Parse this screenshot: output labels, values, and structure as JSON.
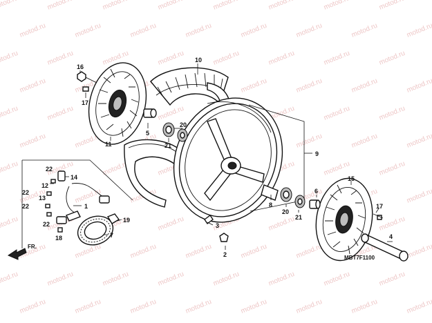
{
  "diagram": {
    "code": "MBT7F1100",
    "watermark": "motod.ru",
    "direction_arrow": "FR.",
    "callouts": [
      "1",
      "2",
      "3",
      "4",
      "5",
      "6",
      "7",
      "8",
      "9",
      "10",
      "11",
      "12",
      "13",
      "14",
      "15",
      "16",
      "17",
      "18",
      "19",
      "20",
      "21",
      "22"
    ]
  }
}
